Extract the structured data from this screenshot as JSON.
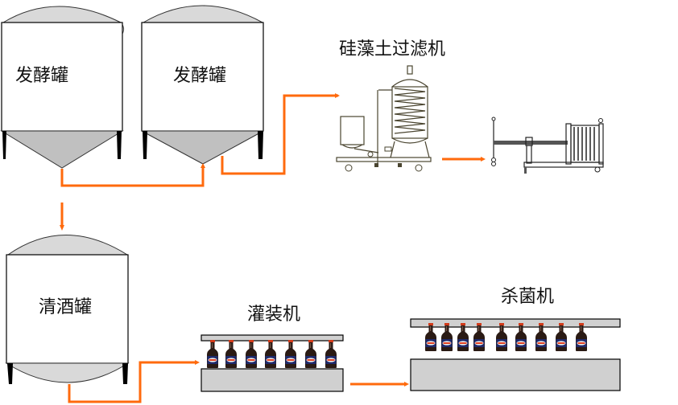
{
  "diagram": {
    "title": "Beer production process flow",
    "nodes": {
      "fermenter_1": {
        "label": "发酵罐",
        "type": "conical-fermentation-tank"
      },
      "fermenter_2": {
        "label": "发酵罐",
        "type": "conical-fermentation-tank"
      },
      "diatomite_filter": {
        "label": "硅藻土过滤机",
        "type": "diatomite-filter"
      },
      "plate_filter": {
        "label": "",
        "type": "plate-frame-filter-press"
      },
      "bright_beer_tank": {
        "label": "清酒罐",
        "type": "bright-beer-tank"
      },
      "filler": {
        "label": "灌装机",
        "type": "filling-machine",
        "bottle_count": 7
      },
      "pasteurizer": {
        "label": "杀菌机",
        "type": "pasteurizer",
        "bottle_count": 9
      }
    },
    "edges": [
      {
        "from": "fermenter_1",
        "to": "fermenter_2"
      },
      {
        "from": "fermenter_2",
        "to": "diatomite_filter"
      },
      {
        "from": "diatomite_filter",
        "to": "plate_filter"
      },
      {
        "from": "fermenter_1",
        "to": "bright_beer_tank"
      },
      {
        "from": "bright_beer_tank",
        "to": "filler"
      },
      {
        "from": "filler",
        "to": "pasteurizer"
      }
    ],
    "colors": {
      "flow_line": "#ff6a0d",
      "tank_dome": "#d9d9d9",
      "tank_cone": "#c0c0c0",
      "machine_base": "#d0d0d0",
      "bottle_glass": "#2a1a14",
      "bottle_label": "#1f2a6b",
      "bottle_label_accent": "#e04020"
    }
  }
}
